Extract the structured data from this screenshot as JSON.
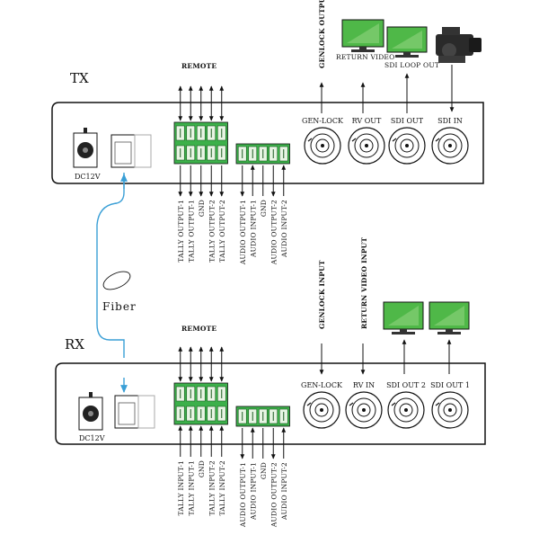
{
  "tx": {
    "title": "TX",
    "remote_label": "REMOTE",
    "power_label": "DC12V",
    "ports": [
      "GEN-LOCK",
      "RV OUT",
      "SDI OUT",
      "SDI IN"
    ],
    "top_labels": {
      "genlock": "GENLOCK OUTPUT",
      "return_video": "RETURN VIDEO",
      "sdi_loop": "SDI LOOP OUT"
    },
    "tally_labels": [
      "TALLY OUTPUT-1",
      "TALLY OUTPUT-1",
      "GND",
      "TALLY OUTPUT-2",
      "TALLY OUTPUT-2"
    ],
    "audio_labels": [
      "AUDIO OUTPUT-1",
      "AUDIO INPUT-1",
      "GND",
      "AUDIO OUTPUT-2",
      "AUDIO INPUT-2"
    ]
  },
  "rx": {
    "title": "RX",
    "remote_label": "REMOTE",
    "power_label": "DC12V",
    "ports": [
      "GEN-LOCK",
      "RV IN",
      "SDI OUT 2",
      "SDI OUT 1"
    ],
    "top_labels": {
      "genlock": "GENLOCK INPUT",
      "return_video": "RETURN VIDEO INPUT"
    },
    "tally_labels": [
      "TALLY INPUT-1",
      "TALLY INPUT-1",
      "GND",
      "TALLY INPUT-2",
      "TALLY INPUT-2"
    ],
    "audio_labels": [
      "AUDIO OUTPUT-1",
      "AUDIO INPUT-1",
      "GND",
      "AUDIO OUTPUT-2",
      "AUDIO INPUT-2"
    ]
  },
  "fiber_label": "Fiber",
  "colors": {
    "fiber": "#3a9fd6",
    "terminal": "#3cb04a",
    "screen": "#4fb848",
    "outline": "#111111"
  }
}
